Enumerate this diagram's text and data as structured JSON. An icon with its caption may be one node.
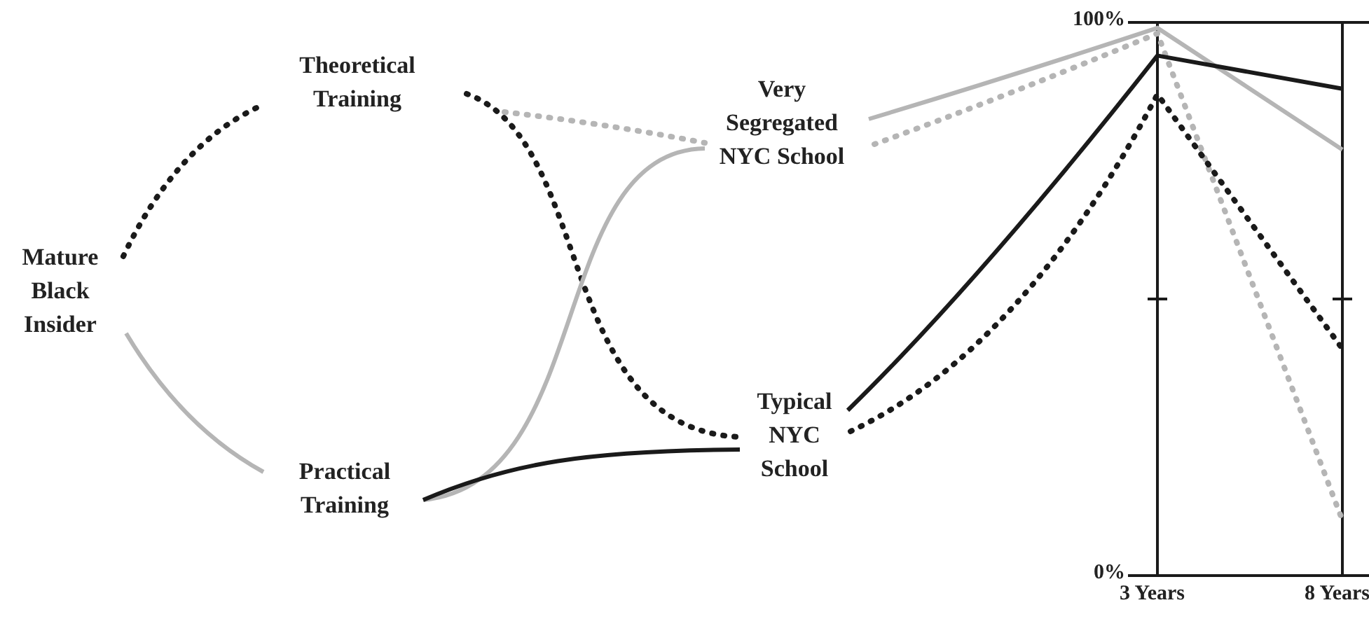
{
  "diagram": {
    "nodes": [
      {
        "text": [
          "Mature Black Insider"
        ]
      },
      {
        "text": [
          "Theoretical Training"
        ]
      },
      {
        "text": [
          "Practical Training"
        ]
      },
      {
        "text": [
          "Very Segregated NYC School"
        ]
      },
      {
        "text": [
          "Typical NYC School"
        ]
      }
    ],
    "edges": [
      {
        "from": 0,
        "to": 1,
        "arrow": "none",
        "style": "dashed"
      },
      {
        "from": 0,
        "to": 2,
        "arrow": "none",
        "color": "#b5b5b5"
      },
      {
        "from": 1,
        "to": 3,
        "arrow": "none",
        "style": "dashed",
        "color": "#b5b5b5"
      },
      {
        "from": 1,
        "to": 4,
        "arrow": "none",
        "style": "dashed"
      },
      {
        "from": 2,
        "to": 3,
        "arrow": "none",
        "color": "#b5b5b5"
      },
      {
        "from": 2,
        "to": 4,
        "arrow": "none"
      }
    ],
    "chart_data": {
      "type": "line",
      "categories": [
        "3 Years",
        "8 Years"
      ],
      "ylim": [
        0,
        100
      ],
      "yticks": [
        {
          "value": 0,
          "label": "0%"
        },
        {
          "value": 50,
          "label": null
        },
        {
          "value": 100,
          "label": "100%"
        }
      ],
      "series": [
        {
          "color": "#b5b5b5",
          "values": [
            99,
            77
          ]
        },
        {
          "color": "#b5b5b5",
          "values": [
            98,
            10
          ],
          "line_style": "dashed"
        },
        {
          "color": "#1a1a1a",
          "values": [
            94,
            88
          ]
        },
        {
          "color": "#1a1a1a",
          "values": [
            87,
            41
          ],
          "line_style": "dashed"
        }
      ]
    }
  }
}
